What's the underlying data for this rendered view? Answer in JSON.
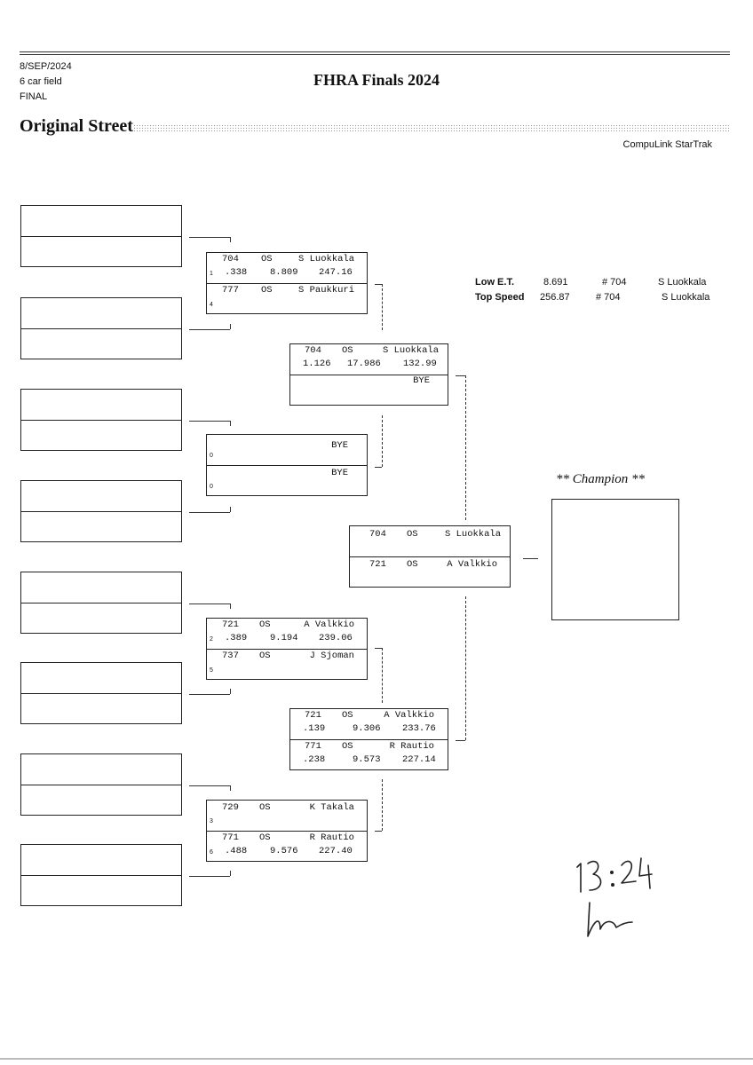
{
  "header": {
    "date": "8/SEP/2024",
    "field": "6 car field",
    "round": "FINAL",
    "title": "FHRA Finals 2024",
    "class_name": "Original Street",
    "software": "CompuLink StarTrak"
  },
  "stats": {
    "low_et_label": "Low  E.T.",
    "low_et_value": "8.691",
    "low_et_car": "# 704",
    "low_et_driver": "S Luokkala",
    "top_speed_label": "Top Speed",
    "top_speed_value": "256.87",
    "top_speed_car": "# 704",
    "top_speed_driver": "S Luokkala"
  },
  "round1": [
    {
      "top": {
        "seed": "1",
        "car": "704",
        "cls": "OS",
        "driver": "S Luokkala",
        "rt": ".338",
        "et": "8.809",
        "mph": "247.16"
      },
      "bottom": {
        "seed": "4",
        "car": "777",
        "cls": "OS",
        "driver": "S Paukkuri",
        "rt": "",
        "et": "",
        "mph": ""
      }
    },
    {
      "top": {
        "seed": "0",
        "car": "",
        "cls": "",
        "driver": "BYE",
        "rt": "",
        "et": "",
        "mph": ""
      },
      "bottom": {
        "seed": "0",
        "car": "",
        "cls": "",
        "driver": "BYE",
        "rt": "",
        "et": "",
        "mph": ""
      }
    },
    {
      "top": {
        "seed": "2",
        "car": "721",
        "cls": "OS",
        "driver": "A Valkkio",
        "rt": ".389",
        "et": "9.194",
        "mph": "239.06"
      },
      "bottom": {
        "seed": "5",
        "car": "737",
        "cls": "OS",
        "driver": "J Sjoman",
        "rt": "",
        "et": "",
        "mph": ""
      }
    },
    {
      "top": {
        "seed": "3",
        "car": "729",
        "cls": "OS",
        "driver": "K Takala",
        "rt": "",
        "et": "",
        "mph": ""
      },
      "bottom": {
        "seed": "6",
        "car": "771",
        "cls": "OS",
        "driver": "R Rautio",
        "rt": ".488",
        "et": "9.576",
        "mph": "227.40"
      }
    }
  ],
  "round2": [
    {
      "top": {
        "seed": "",
        "car": "704",
        "cls": "OS",
        "driver": "S Luokkala",
        "rt": "1.126",
        "et": "17.986",
        "mph": "132.99"
      },
      "bottom": {
        "seed": "",
        "car": "",
        "cls": "",
        "driver": "BYE",
        "rt": "",
        "et": "",
        "mph": ""
      }
    },
    {
      "top": {
        "seed": "",
        "car": "721",
        "cls": "OS",
        "driver": "A Valkkio",
        "rt": ".139",
        "et": "9.306",
        "mph": "233.76"
      },
      "bottom": {
        "seed": "",
        "car": "771",
        "cls": "OS",
        "driver": "R Rautio",
        "rt": ".238",
        "et": "9.573",
        "mph": "227.14"
      }
    }
  ],
  "final": {
    "top": {
      "car": "704",
      "cls": "OS",
      "driver": "S Luokkala"
    },
    "bottom": {
      "car": "721",
      "cls": "OS",
      "driver": "A Valkkio"
    }
  },
  "champion_label": "** Champion **",
  "handwritten_note": "13:24"
}
